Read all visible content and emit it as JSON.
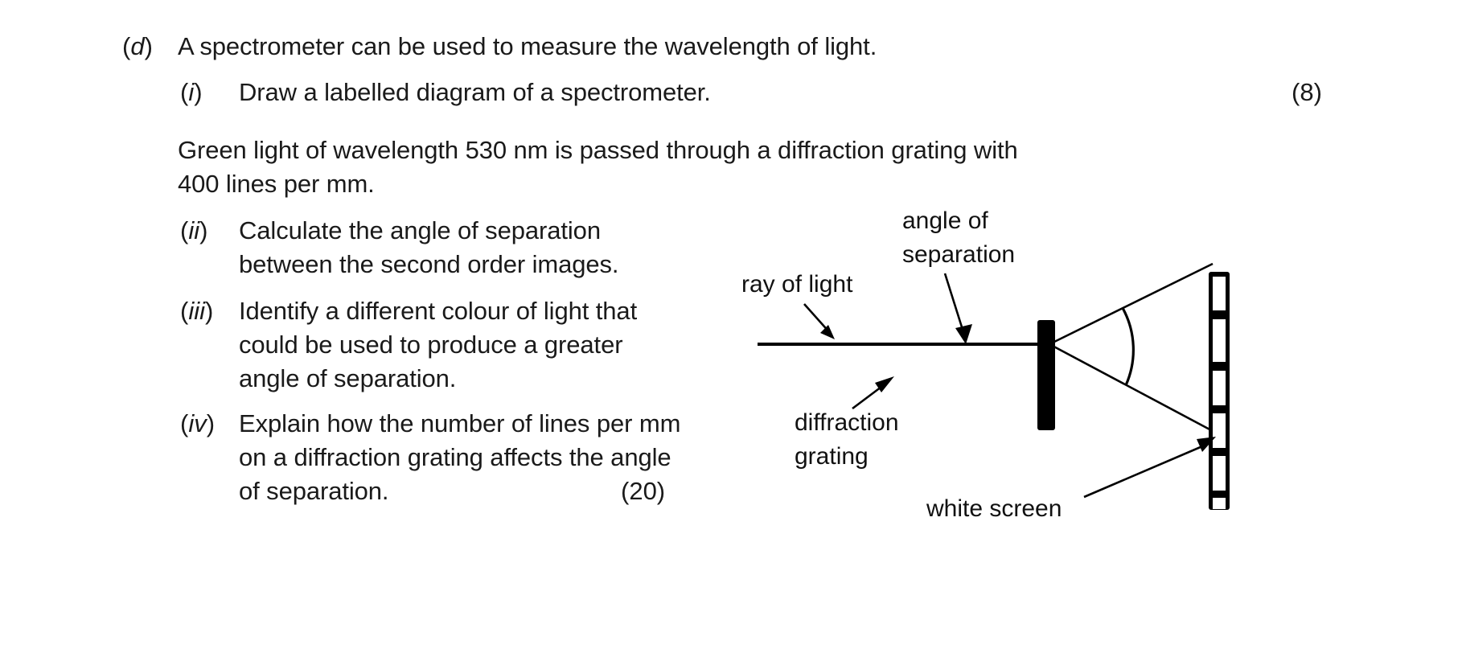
{
  "question": {
    "part_label": "(d)",
    "part_text": "A spectrometer can be used to measure the wavelength of light.",
    "items": [
      {
        "label_open": "(",
        "label_roman": "i",
        "label_close": ")",
        "text": "Draw a labelled diagram of a spectrometer.",
        "marks": "(8)"
      },
      {
        "label_open": "(",
        "label_roman": "ii",
        "label_close": ")",
        "line1": "Calculate the angle of separation",
        "line2": "between the second order images."
      },
      {
        "label_open": "(",
        "label_roman": "iii",
        "label_close": ")",
        "line1": "Identify a different colour of light that",
        "line2": "could be used to produce a greater",
        "line3": "angle of separation."
      },
      {
        "label_open": "(",
        "label_roman": "iv",
        "label_close": ")",
        "line1": "Explain how the number of lines per mm",
        "line2": "on a diffraction grating affects the angle",
        "line3": "of separation.",
        "marks": "(20)"
      }
    ],
    "stem": {
      "line1": "Green light of wavelength 530 nm is passed through a diffraction grating with",
      "line2": "400 lines per mm."
    }
  },
  "diagram": {
    "labels": {
      "ray_of_light": "ray of light",
      "angle_of_separation_line1": "angle of",
      "angle_of_separation_line2": "separation",
      "diffraction_grating_line1": "diffraction",
      "diffraction_grating_line2": "grating",
      "white_screen": "white screen"
    },
    "colors": {
      "ink": "#000000",
      "background": "#ffffff"
    },
    "screen_segments": 6
  }
}
